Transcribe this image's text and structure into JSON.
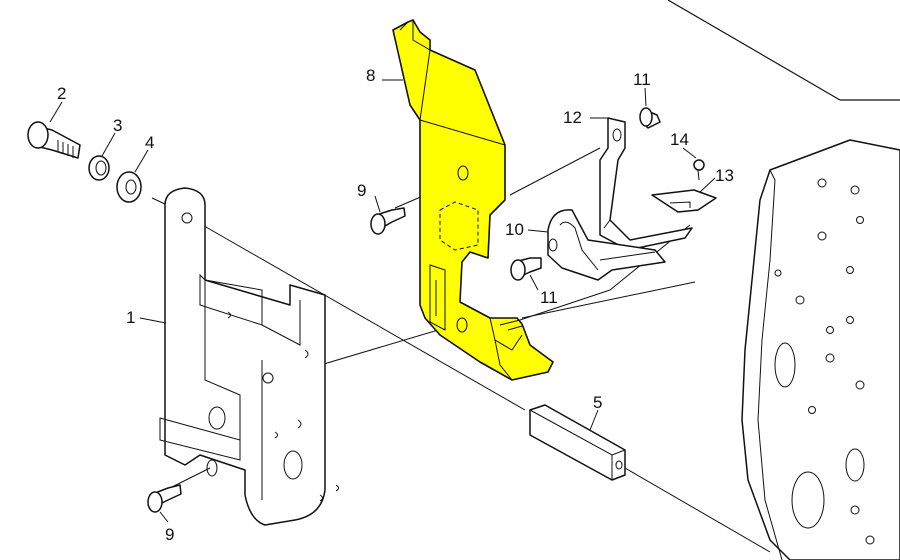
{
  "diagram": {
    "highlight_color": "#ffff00",
    "callouts": [
      {
        "id": "c2",
        "text": "2"
      },
      {
        "id": "c3",
        "text": "3"
      },
      {
        "id": "c4",
        "text": "4"
      },
      {
        "id": "c1",
        "text": "1"
      },
      {
        "id": "c8",
        "text": "8"
      },
      {
        "id": "c9a",
        "text": "9"
      },
      {
        "id": "c9b",
        "text": "9"
      },
      {
        "id": "c11a",
        "text": "11"
      },
      {
        "id": "c11b",
        "text": "11"
      },
      {
        "id": "c12",
        "text": "12"
      },
      {
        "id": "c14",
        "text": "14"
      },
      {
        "id": "c13",
        "text": "13"
      },
      {
        "id": "c10",
        "text": "10"
      },
      {
        "id": "c5",
        "text": "5"
      }
    ]
  }
}
